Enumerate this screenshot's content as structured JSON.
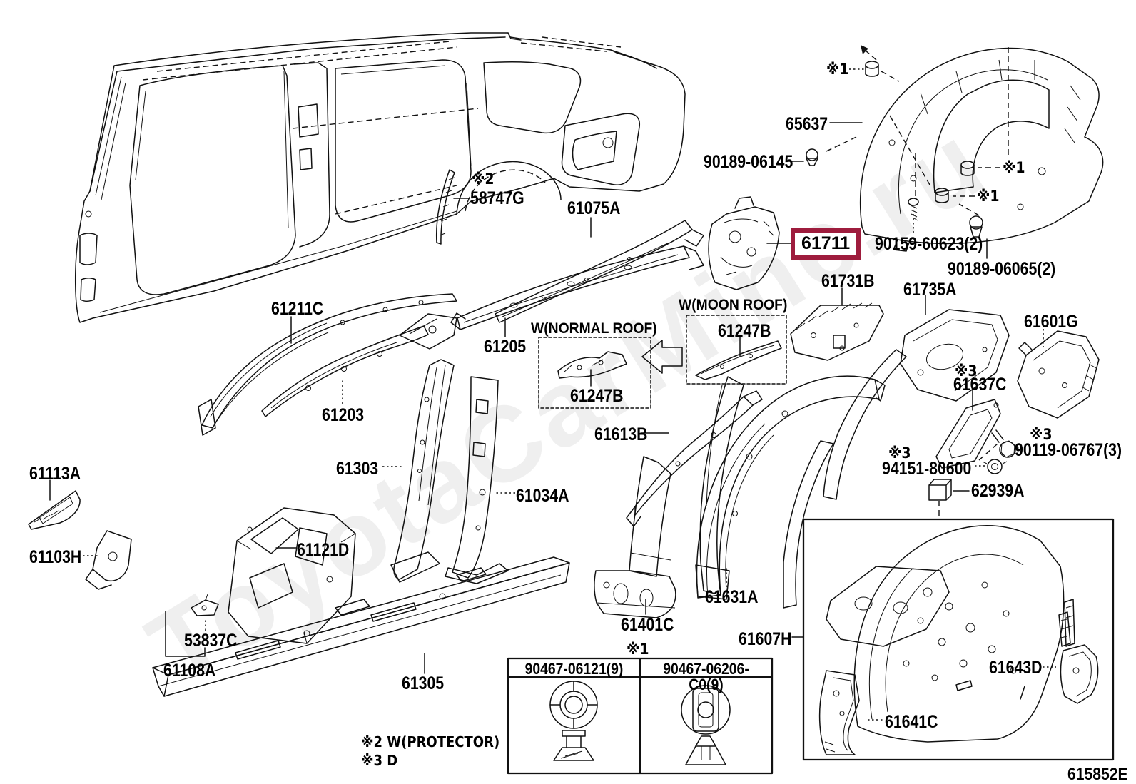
{
  "diagram": {
    "code": "615852E",
    "watermark": "ToyotaCarMine.ru",
    "highlight_color": "#9e1c3d",
    "line_color": "#111111",
    "background_color": "#ffffff"
  },
  "labels": [
    {
      "id": "note-58747G",
      "text": "※2"
    },
    {
      "id": "part-58747G",
      "text": "58747G"
    },
    {
      "id": "part-61075A",
      "text": "61075A"
    },
    {
      "id": "part-61211C",
      "text": "61211C"
    },
    {
      "id": "part-61205",
      "text": "61205"
    },
    {
      "id": "part-61203",
      "text": "61203"
    },
    {
      "id": "part-61303",
      "text": "61303"
    },
    {
      "id": "part-61034A",
      "text": "61034A"
    },
    {
      "id": "part-61113A",
      "text": "61113A"
    },
    {
      "id": "part-61103H",
      "text": "61103H"
    },
    {
      "id": "part-53837C",
      "text": "53837C"
    },
    {
      "id": "part-61108A",
      "text": "61108A"
    },
    {
      "id": "part-61121D",
      "text": "61121D"
    },
    {
      "id": "part-61305",
      "text": "61305"
    },
    {
      "id": "part-61401C",
      "text": "61401C"
    },
    {
      "id": "part-61613B",
      "text": "61613B"
    },
    {
      "id": "part-61631A",
      "text": "61631A"
    },
    {
      "id": "part-61607H",
      "text": "61607H"
    },
    {
      "id": "part-61711",
      "text": "61711",
      "highlighted": true
    },
    {
      "id": "part-65637",
      "text": "65637"
    },
    {
      "id": "part-90189-06145",
      "text": "90189-06145"
    },
    {
      "id": "note-clip-top",
      "text": "※1"
    },
    {
      "id": "note-clip-right",
      "text": "※1"
    },
    {
      "id": "note-clip-mid",
      "text": "※1"
    },
    {
      "id": "part-90159-60623",
      "text": "90159-60623(2)"
    },
    {
      "id": "part-90189-06065",
      "text": "90189-06065(2)"
    },
    {
      "id": "part-61731B",
      "text": "61731B"
    },
    {
      "id": "part-61735A",
      "text": "61735A"
    },
    {
      "id": "part-61601G",
      "text": "61601G"
    },
    {
      "id": "note-61637C",
      "text": "※3"
    },
    {
      "id": "part-61637C",
      "text": "61637C"
    },
    {
      "id": "note-90119",
      "text": "※3"
    },
    {
      "id": "part-90119-06767",
      "text": "90119-06767(3)"
    },
    {
      "id": "note-94151",
      "text": "※3"
    },
    {
      "id": "part-94151-80600",
      "text": "94151-80600"
    },
    {
      "id": "part-62939A",
      "text": "62939A"
    },
    {
      "id": "part-61643D",
      "text": "61643D"
    },
    {
      "id": "part-61641C",
      "text": "61641C"
    },
    {
      "id": "roof-normal-title",
      "text": "W(NORMAL ROOF)"
    },
    {
      "id": "part-61247B-normal",
      "text": "61247B"
    },
    {
      "id": "roof-moon-title",
      "text": "W(MOON ROOF)"
    },
    {
      "id": "part-61247B-moon",
      "text": "61247B"
    }
  ],
  "table": {
    "note": "※1",
    "columns": [
      "90467-06121(9)",
      "90467-06206-C0(9)"
    ]
  },
  "footnotes": [
    "※2 W(PROTECTOR)",
    "※3 D"
  ]
}
